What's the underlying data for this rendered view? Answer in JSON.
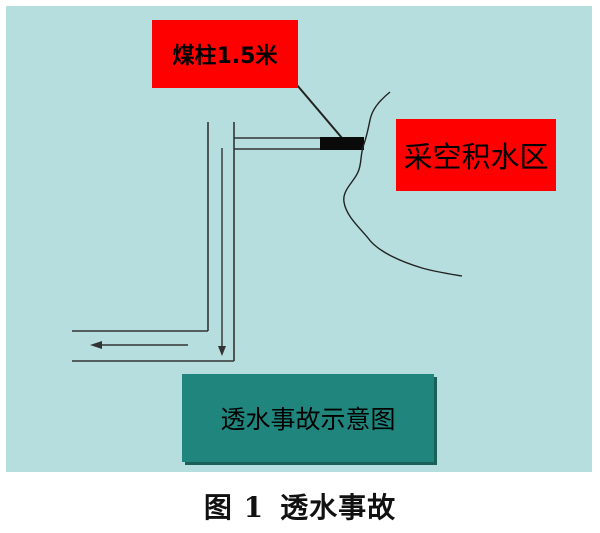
{
  "diagram": {
    "coal_pillar_label": "煤柱1.5米",
    "goaf_water_label": "采空积水区",
    "title_box": "透水事故示意图"
  },
  "caption": {
    "figure_label": "图 1",
    "figure_title": "透水事故"
  },
  "colors": {
    "panel_background": "#b7dede",
    "label_red": "#ff0000",
    "title_box_teal": "#20867d",
    "line_dark": "#222222"
  }
}
